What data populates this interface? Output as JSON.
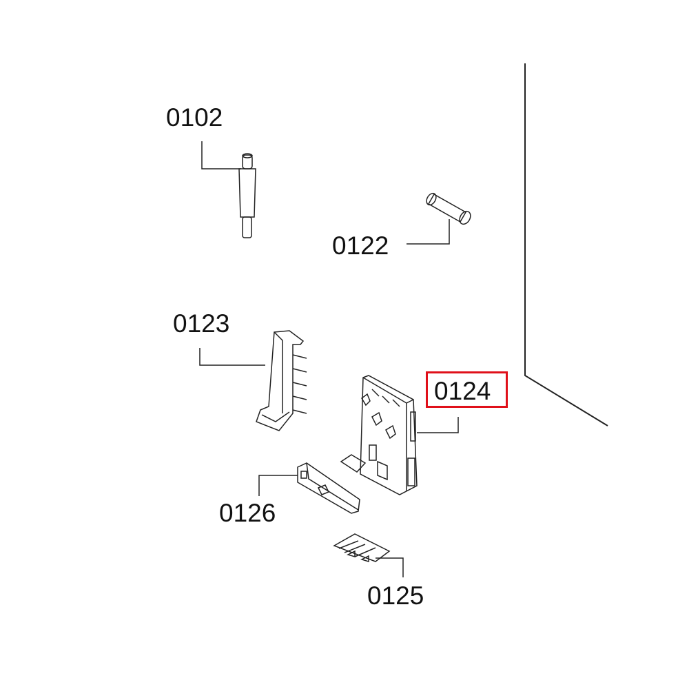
{
  "diagram": {
    "highlight_color": "#e0101a",
    "parts": [
      {
        "id": "0102",
        "label": "0102"
      },
      {
        "id": "0122",
        "label": "0122"
      },
      {
        "id": "0123",
        "label": "0123"
      },
      {
        "id": "0124",
        "label": "0124",
        "highlighted": true
      },
      {
        "id": "0126",
        "label": "0126"
      },
      {
        "id": "0125",
        "label": "0125"
      }
    ]
  }
}
